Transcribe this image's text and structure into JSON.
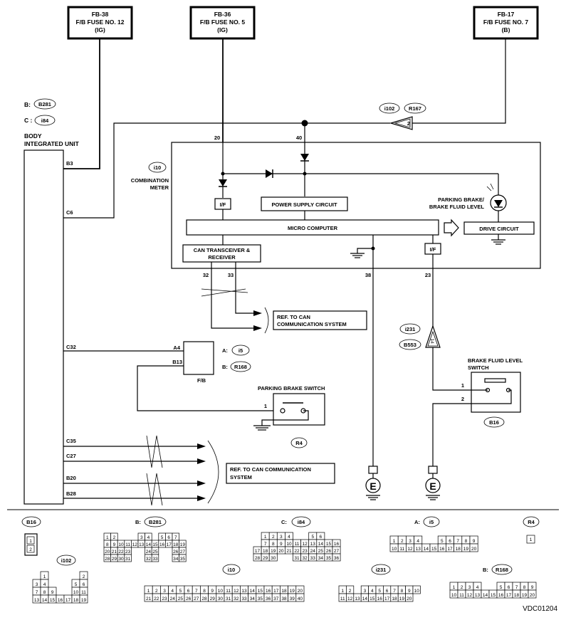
{
  "fuses": [
    {
      "code": "FB-38",
      "name": "F/B FUSE NO. 12",
      "supply": "(IG)"
    },
    {
      "code": "FB-36",
      "name": "F/B FUSE NO. 5",
      "supply": "(IG)"
    },
    {
      "code": "FB-17",
      "name": "F/B FUSE NO. 7",
      "supply": "(B)"
    }
  ],
  "body_unit": {
    "prefix_b": "B:",
    "conn_b": "B281",
    "prefix_c": "C :",
    "conn_c": "i84",
    "title_line1": "BODY",
    "title_line2": "INTEGRATED UNIT",
    "pins": {
      "b3": "B3",
      "c6": "C6",
      "c32": "C32",
      "c35": "C35",
      "c27": "C27",
      "b20": "B20",
      "b28": "B28"
    }
  },
  "top_connector": {
    "conn1": "i102",
    "conn2": "R167",
    "pin": "2"
  },
  "meter": {
    "conn": "i10",
    "title_line1": "COMBINATION",
    "title_line2": "METER",
    "pin20": "20",
    "pin40": "40",
    "pin32": "32",
    "pin33": "33",
    "pin38": "38",
    "pin23": "23",
    "if_left": "I/F",
    "if_right": "I/F",
    "power_supply": "POWER SUPPLY CIRCUIT",
    "micro": "MICRO COMPUTER",
    "drive": "DRIVE CIRCUIT",
    "can_line1": "CAN TRANSCEIVER &",
    "can_line2": "RECEIVER",
    "pb_line1": "PARKING BRAKE/",
    "pb_line2": "BRAKE FLUID LEVEL"
  },
  "ref_can_1": {
    "line1": "REF. TO CAN",
    "line2": "COMMUNICATION SYSTEM"
  },
  "ref_can_2": {
    "line1": "REF. TO CAN COMMUNICATION",
    "line2": "SYSTEM"
  },
  "fb": {
    "pin_a": "A4",
    "pin_b": "B13",
    "label": "F/B",
    "prefix_a": "A:",
    "conn_a": "i5",
    "prefix_b": "B:",
    "conn_b": "R168"
  },
  "parking_switch": {
    "title": "PARKING BRAKE SWITCH",
    "pin": "1",
    "conn": "R4"
  },
  "brake_fluid_switch": {
    "title_line1": "BRAKE FLUID LEVEL",
    "title_line2": "SWITCH",
    "pin1": "1",
    "pin2": "2",
    "conn": "B16"
  },
  "mid_connector": {
    "conn1": "i231",
    "conn2": "B553",
    "pin": "14"
  },
  "ground_label": "E",
  "bottom": {
    "b16": "B16",
    "b281_prefix": "B:",
    "b281": "B281",
    "c_i84_prefix": "C:",
    "i84": "i84",
    "a_i5_prefix": "A:",
    "i5": "i5",
    "r4": "R4",
    "i102": "i102",
    "i10": "i10",
    "i231": "i231",
    "r168_prefix": "B:",
    "r168": "R168"
  },
  "code": "VDC01204"
}
